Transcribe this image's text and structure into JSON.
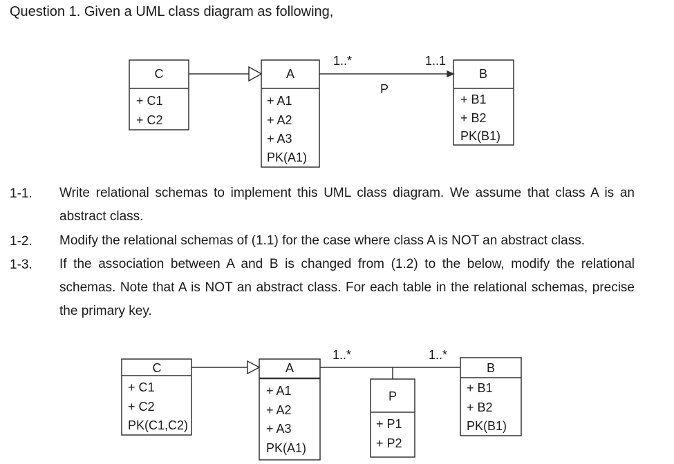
{
  "question_title": "Question 1. Given a UML class diagram as following,",
  "diagram1": {
    "class_c": {
      "name": "C",
      "attrs": [
        "+ C1",
        "+ C2"
      ]
    },
    "class_a": {
      "name": "A",
      "attrs": [
        "+ A1",
        "+ A2",
        "+ A3",
        "PK(A1)"
      ]
    },
    "class_b": {
      "name": "B",
      "attrs": [
        "+ B1",
        "+ B2",
        "PK(B1)"
      ]
    },
    "assoc_label": "P",
    "mult_a": "1..*",
    "mult_b": "1..1"
  },
  "items": [
    {
      "num": "1-1.",
      "text": "Write relational schemas to implement this UML class diagram. We assume that class A is an abstract class."
    },
    {
      "num": "1-2.",
      "text": "Modify the relational schemas of (1.1) for the case where class A is NOT an abstract class."
    },
    {
      "num": "1-3.",
      "text": "If the association between A and B is changed from (1.2) to the below, modify the relational schemas. Note that A is NOT an abstract class. For each table in the relational schemas, precise the primary key."
    }
  ],
  "diagram2": {
    "class_c": {
      "name": "C",
      "attrs": [
        "+ C1",
        "+ C2",
        "PK(C1,C2)"
      ]
    },
    "class_a": {
      "name": "A",
      "attrs": [
        "+ A1",
        "+ A2",
        "+ A3",
        "PK(A1)"
      ]
    },
    "class_p": {
      "name": "P",
      "attrs": [
        "+ P1",
        "+ P2"
      ]
    },
    "class_b": {
      "name": "B",
      "attrs": [
        "+ B1",
        "+ B2",
        "PK(B1)"
      ]
    },
    "mult_a": "1..*",
    "mult_b": "1..*"
  }
}
